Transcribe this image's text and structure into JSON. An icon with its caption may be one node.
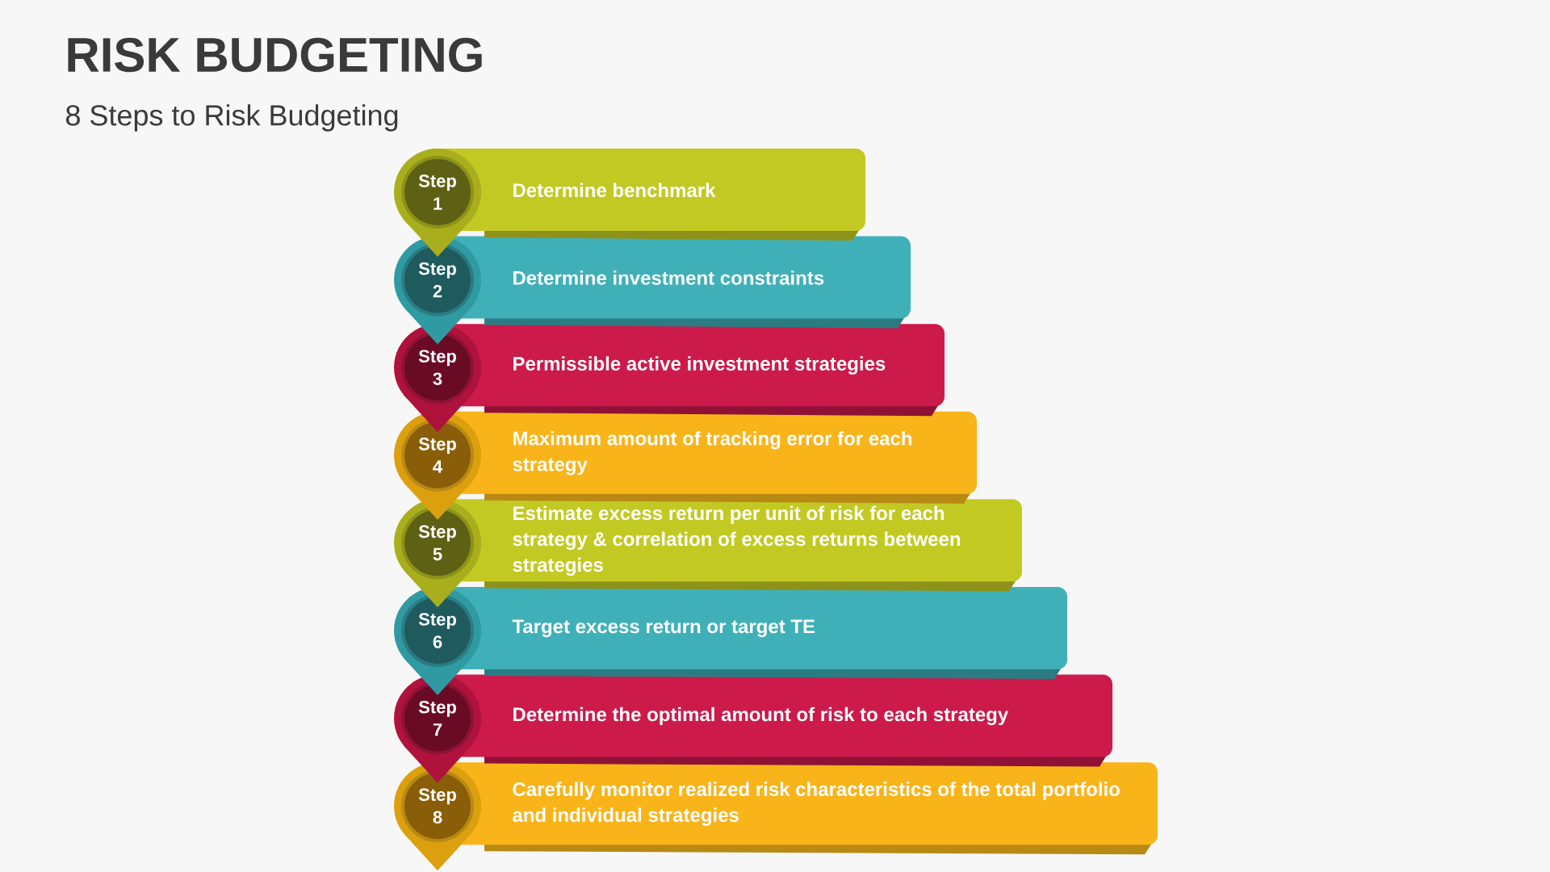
{
  "diagram": {
    "title": "RISK BUDGETING",
    "caption": "8 Steps to Risk Budgeting",
    "nodes": [
      {
        "text": [
          "Step 1",
          "Determine benchmark"
        ]
      },
      {
        "text": [
          "Step 2",
          "Determine investment constraints"
        ]
      },
      {
        "text": [
          "Step 3",
          "Permissible active investment strategies"
        ]
      },
      {
        "text": [
          "Step 4",
          "Maximum amount of tracking error for each strategy"
        ]
      },
      {
        "text": [
          "Step 5",
          "Estimate excess return per unit of risk for each strategy & correlation of excess returns between strategies"
        ]
      },
      {
        "text": [
          "Step 6",
          "Target excess return or target TE"
        ]
      },
      {
        "text": [
          "Step 7",
          "Determine the optimal amount of risk to each strategy"
        ]
      },
      {
        "text": [
          "Step 8",
          "Carefully monitor realized risk characteristics of the total portfolio and individual strategies"
        ]
      }
    ]
  }
}
